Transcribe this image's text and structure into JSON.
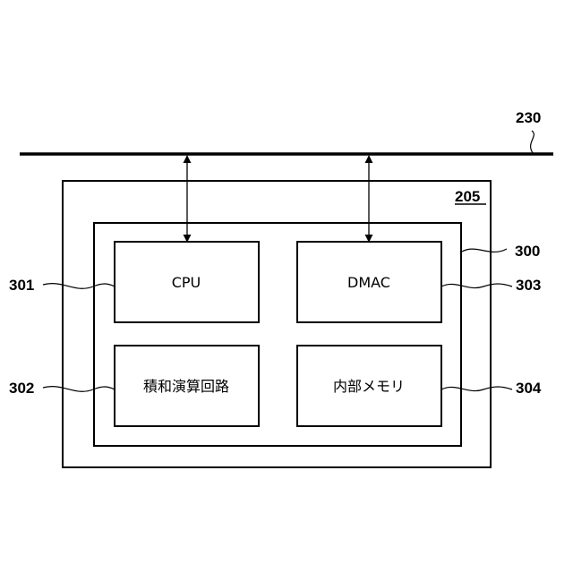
{
  "colors": {
    "stroke": "#000000",
    "background": "#ffffff"
  },
  "bus": {
    "ref": "230"
  },
  "outer_box": {
    "ref": "205"
  },
  "inner_box": {
    "ref": "300"
  },
  "blocks": {
    "cpu": {
      "label": "CPU",
      "ref": "301"
    },
    "mac": {
      "label": "積和演算回路",
      "ref": "302"
    },
    "dmac": {
      "label": "DMAC",
      "ref": "303"
    },
    "memory": {
      "label": "内部メモリ",
      "ref": "304"
    }
  }
}
